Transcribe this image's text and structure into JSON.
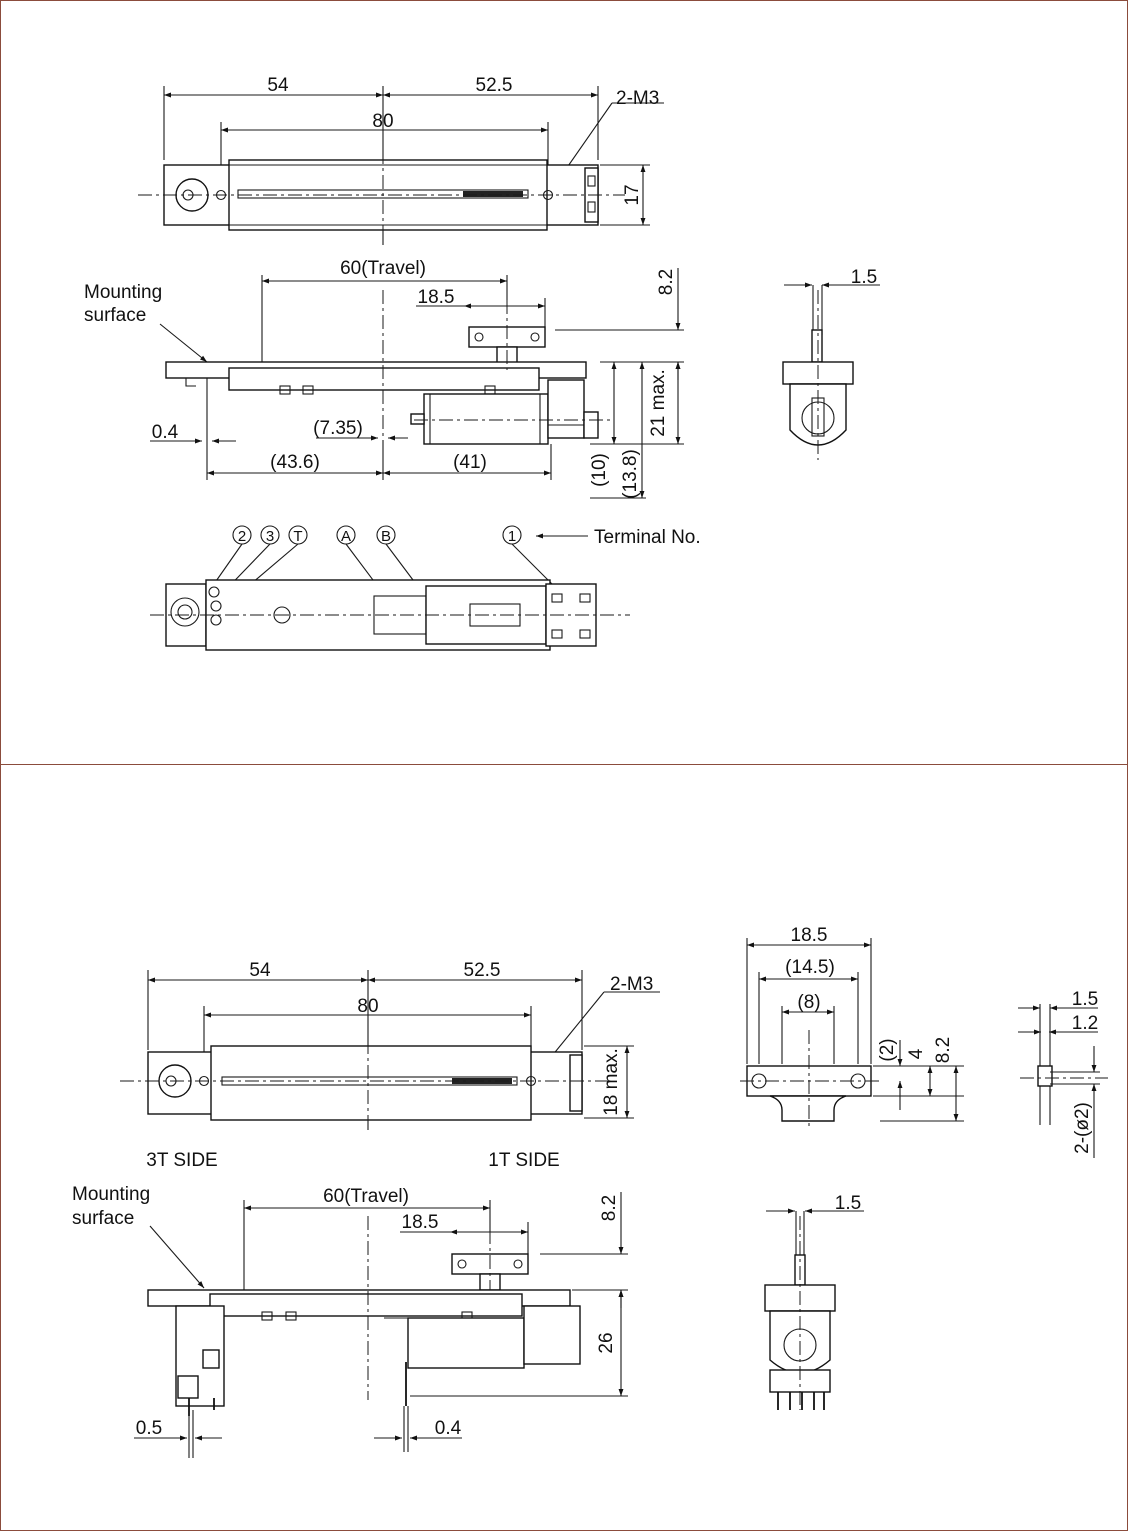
{
  "drawing_a": {
    "top_view": {
      "dim_left": "54",
      "dim_right": "52.5",
      "dim_center": "80",
      "screw_note": "2-M3",
      "dim_height": "17"
    },
    "side_view": {
      "mounting_surface_line1": "Mounting",
      "mounting_surface_line2": "surface",
      "dim_travel": "60(Travel)",
      "dim_knob": "18.5",
      "dim_knob_height": "8.2",
      "dim_body_height": "21 max.",
      "dim_offset": "0.4",
      "dim_735": "(7.35)",
      "dim_436": "(43.6)",
      "dim_41": "(41)",
      "dim_10": "(10)",
      "dim_138": "(13.8)"
    },
    "end_view": {
      "dim_pin": "1.5"
    },
    "bottom_view": {
      "terminals": [
        "2",
        "3",
        "T",
        "A",
        "B",
        "1"
      ],
      "terminal_label": "Terminal No."
    }
  },
  "drawing_b": {
    "top_view": {
      "dim_left": "54",
      "dim_right": "52.5",
      "dim_center": "80",
      "screw_note": "2-M3",
      "dim_height": "18 max.",
      "side_left": "3T SIDE",
      "side_right": "1T SIDE"
    },
    "knob_view": {
      "dim_185": "18.5",
      "dim_145": "(14.5)",
      "dim_8": "(8)",
      "dim_2": "(2)",
      "dim_4": "4",
      "dim_82": "8.2"
    },
    "pin_detail": {
      "dim_15": "1.5",
      "dim_12": "1.2",
      "dim_holes": "2-(ø2)"
    },
    "side_view": {
      "mounting_surface_line1": "Mounting",
      "mounting_surface_line2": "surface",
      "dim_travel": "60(Travel)",
      "dim_knob": "18.5",
      "dim_knob_height": "8.2",
      "dim_body_height": "26",
      "dim_05": "0.5",
      "dim_04": "0.4"
    },
    "end_view": {
      "dim_pin": "1.5"
    }
  }
}
